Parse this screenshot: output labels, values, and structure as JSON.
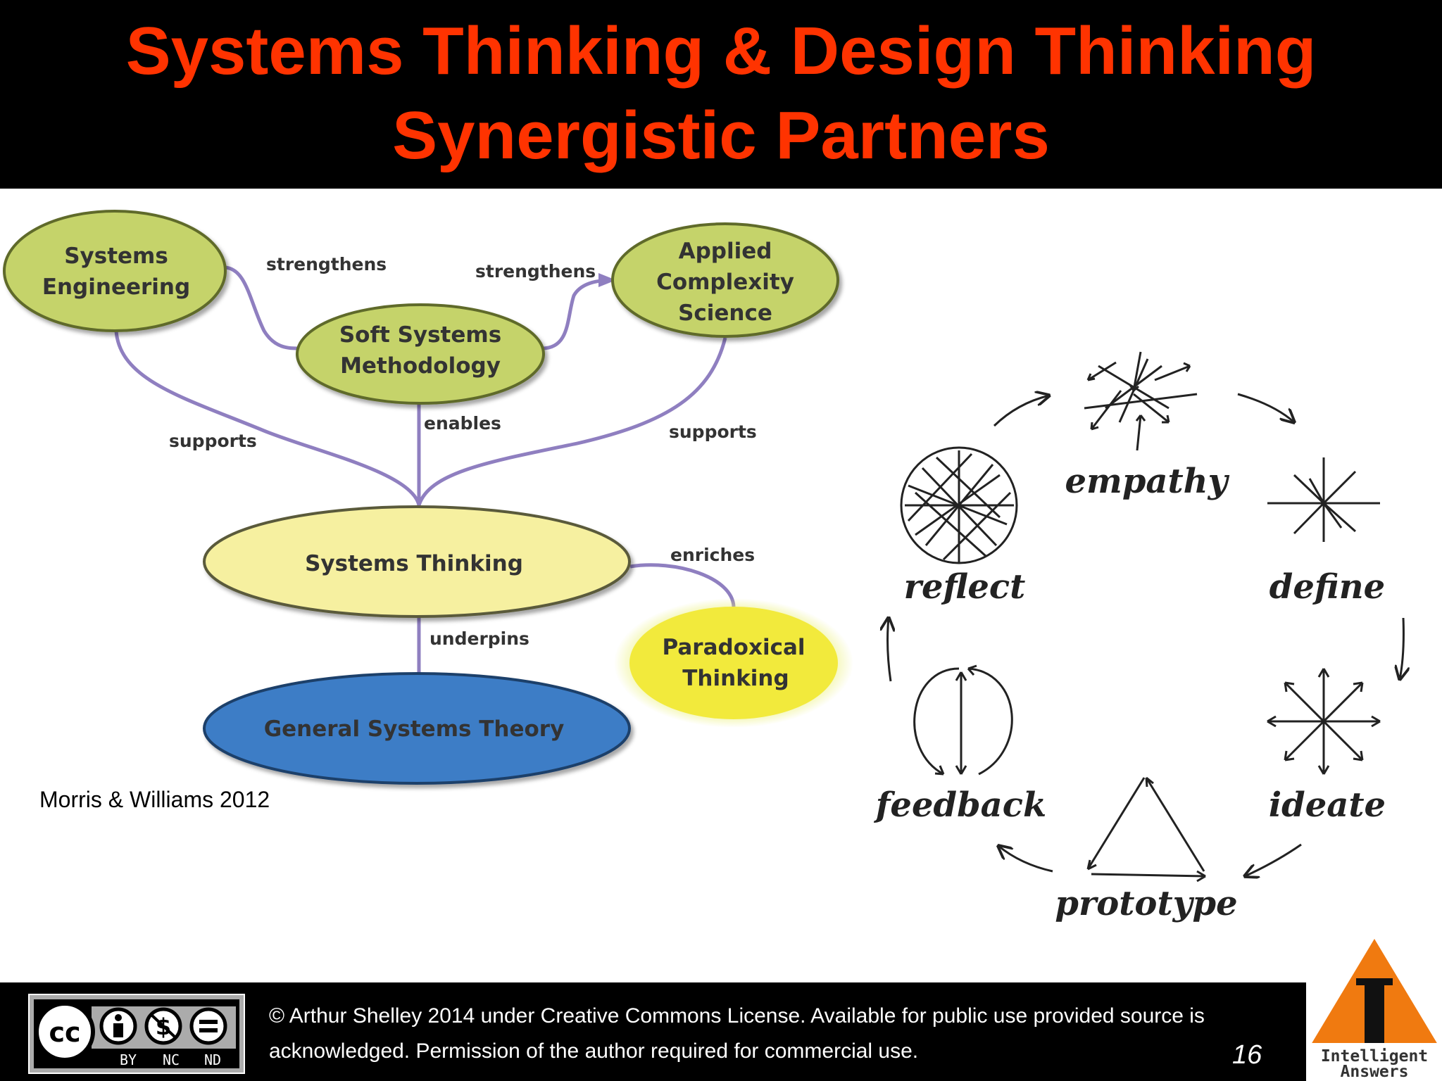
{
  "title": {
    "line1": "Systems Thinking & Design Thinking",
    "line2": "Synergistic Partners"
  },
  "systems_map": {
    "nodes": {
      "systems_engineering": [
        "Systems",
        "Engineering"
      ],
      "soft_systems": [
        "Soft Systems",
        "Methodology"
      ],
      "applied_complexity": [
        "Applied",
        "Complexity",
        "Science"
      ],
      "systems_thinking": "Systems Thinking",
      "paradoxical": [
        "Paradoxical",
        "Thinking"
      ],
      "general_systems": "General Systems Theory"
    },
    "edges": {
      "strengthens_left": "strengthens",
      "strengthens_right": "strengthens",
      "supports_left": "supports",
      "supports_right": "supports",
      "enables": "enables",
      "enriches": "enriches",
      "underpins": "underpins"
    },
    "colors": {
      "green_node": "#c5d36a",
      "yellow_node": "#f6f0a0",
      "bright_yellow_node": "#f2ea3c",
      "blue_node": "#3d7dc6",
      "connector": "#8f7fc0"
    }
  },
  "citation": "Morris & Williams 2012",
  "design_cycle": {
    "stages": [
      "empathy",
      "define",
      "ideate",
      "prototype",
      "feedback",
      "reflect"
    ],
    "icons": [
      "burst-arrows-icon",
      "star-burst-icon",
      "radiating-arrows-icon",
      "triangle-arrows-icon",
      "loop-arrows-icon",
      "tangled-circle-icon"
    ]
  },
  "footer": {
    "license_badge": [
      "BY",
      "NC",
      "ND"
    ],
    "line1": "© Arthur Shelley 2014 under Creative Commons License.  Available for public use provided source is",
    "line2": "acknowledged.  Permission of the author required for commercial use.",
    "page_number": "16",
    "logo_text": [
      "Intelligent",
      "Answers"
    ],
    "logo_color": "#f07a10"
  }
}
